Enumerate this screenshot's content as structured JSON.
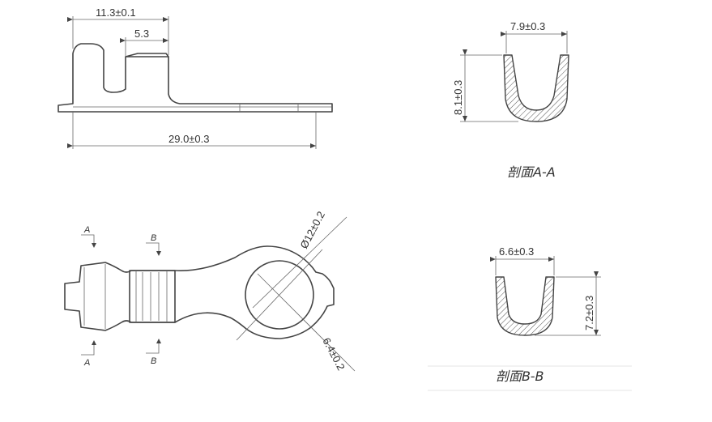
{
  "colors": {
    "line": "#444444",
    "text": "#333333",
    "background": "#ffffff"
  },
  "side_view": {
    "dim_top": "11.3±0.1",
    "dim_slot": "5.3",
    "dim_length": "29.0±0.3"
  },
  "section_a": {
    "dim_width": "7.9±0.3",
    "dim_height": "8.1±0.3",
    "caption": "剖面A-A"
  },
  "section_b": {
    "dim_width": "6.6±0.3",
    "dim_height": "7.2±0.3",
    "caption": "剖面B-B"
  },
  "plan_view": {
    "dim_outer_dia": "Ø12±0.2",
    "dim_hole_dia": "6.4±0.2",
    "mark_a": "A",
    "mark_b": "B"
  }
}
